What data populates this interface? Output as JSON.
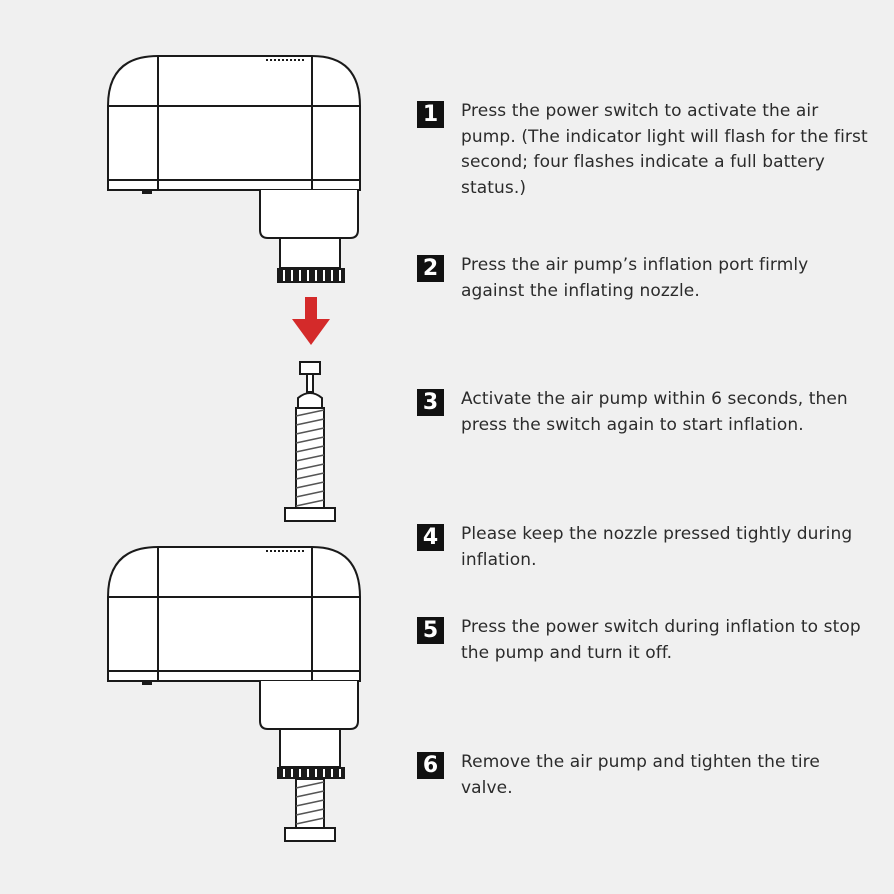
{
  "steps": [
    {
      "number": "1",
      "text": "Press the power switch to activate the air pump. (The indicator light will flash for the first second; four flashes indicate a full battery status.)"
    },
    {
      "number": "2",
      "text": "Press the air pump’s inflation port firmly against the inflating nozzle."
    },
    {
      "number": "3",
      "text": "Activate the air pump within 6 seconds, then press the switch again to start inflation."
    },
    {
      "number": "4",
      "text": "Please keep the nozzle pressed tightly during inflation."
    },
    {
      "number": "5",
      "text": "Press the power switch during inflation to stop the pump and turn it off."
    },
    {
      "number": "6",
      "text": "Remove the air pump and tighten the tire valve."
    }
  ],
  "colors": {
    "background": "#f0f0f0",
    "outline": "#1a1a1a",
    "arrow": "#d42a2a",
    "badge": "#111111"
  },
  "icons": [
    "air-pump-icon",
    "down-arrow-icon",
    "tire-valve-icon"
  ]
}
